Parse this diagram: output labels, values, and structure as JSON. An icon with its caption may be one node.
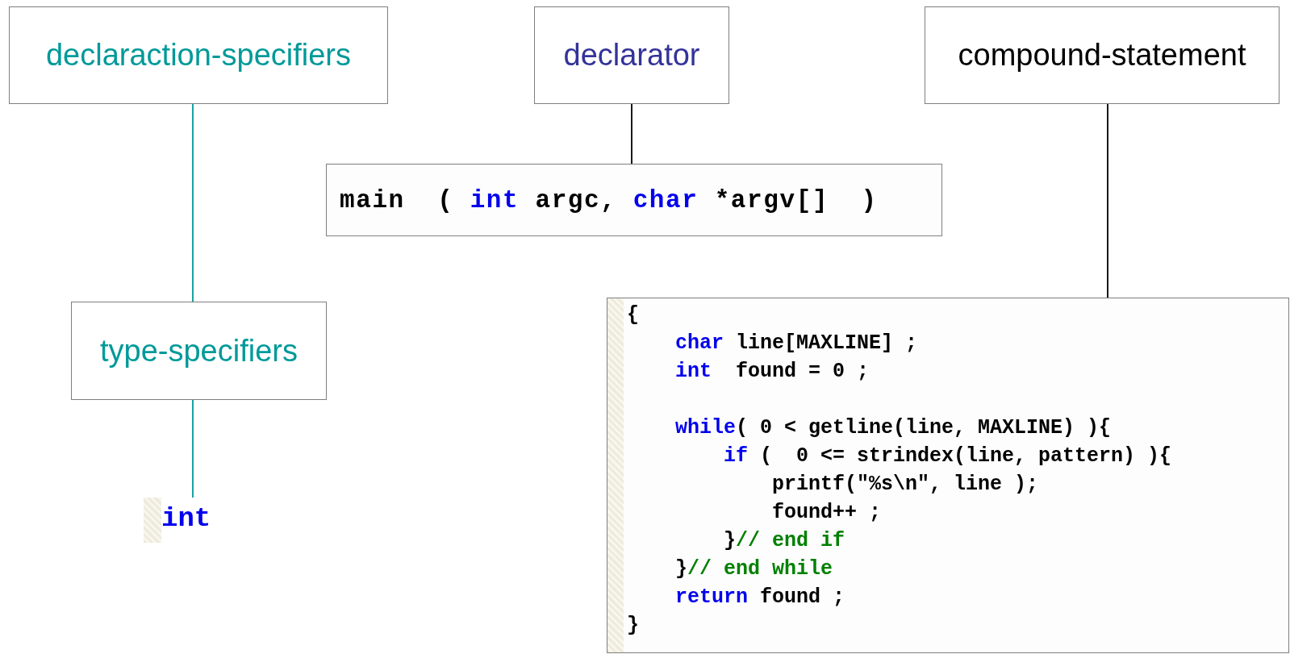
{
  "diagram": {
    "nodes": [
      {
        "text": [
          "declaraction-specifiers"
        ]
      },
      {
        "text": [
          "declarator"
        ]
      },
      {
        "text": [
          "compound-statement"
        ]
      },
      {
        "text": [
          "main  ( **int** argc, **char** *argv[]  )"
        ]
      },
      {
        "text": [
          "type-specifiers"
        ]
      },
      {
        "text": [
          "**int**"
        ]
      },
      {
        "text": [
          "{",
          "**char** line[MAXLINE] ;",
          "**int**  found = 0 ;",
          "**while**( 0 < getline(line, MAXLINE) ){",
          "**if** (  0 <= strindex(line, pattern) ){",
          "printf(\"%s\\n\", line );",
          "found++ ;",
          "}*// end if*",
          "}*// end while*",
          "**return** found ;",
          "}"
        ]
      }
    ],
    "edges": [
      {
        "from": 0,
        "to": 4,
        "arrow": "none",
        "color": "#009999"
      },
      {
        "from": 1,
        "to": 3,
        "arrow": "none",
        "color": "#000000"
      },
      {
        "from": 2,
        "to": 6,
        "arrow": "none",
        "color": "#000000"
      },
      {
        "from": 4,
        "to": 5,
        "arrow": "none",
        "color": "#009999"
      }
    ]
  }
}
